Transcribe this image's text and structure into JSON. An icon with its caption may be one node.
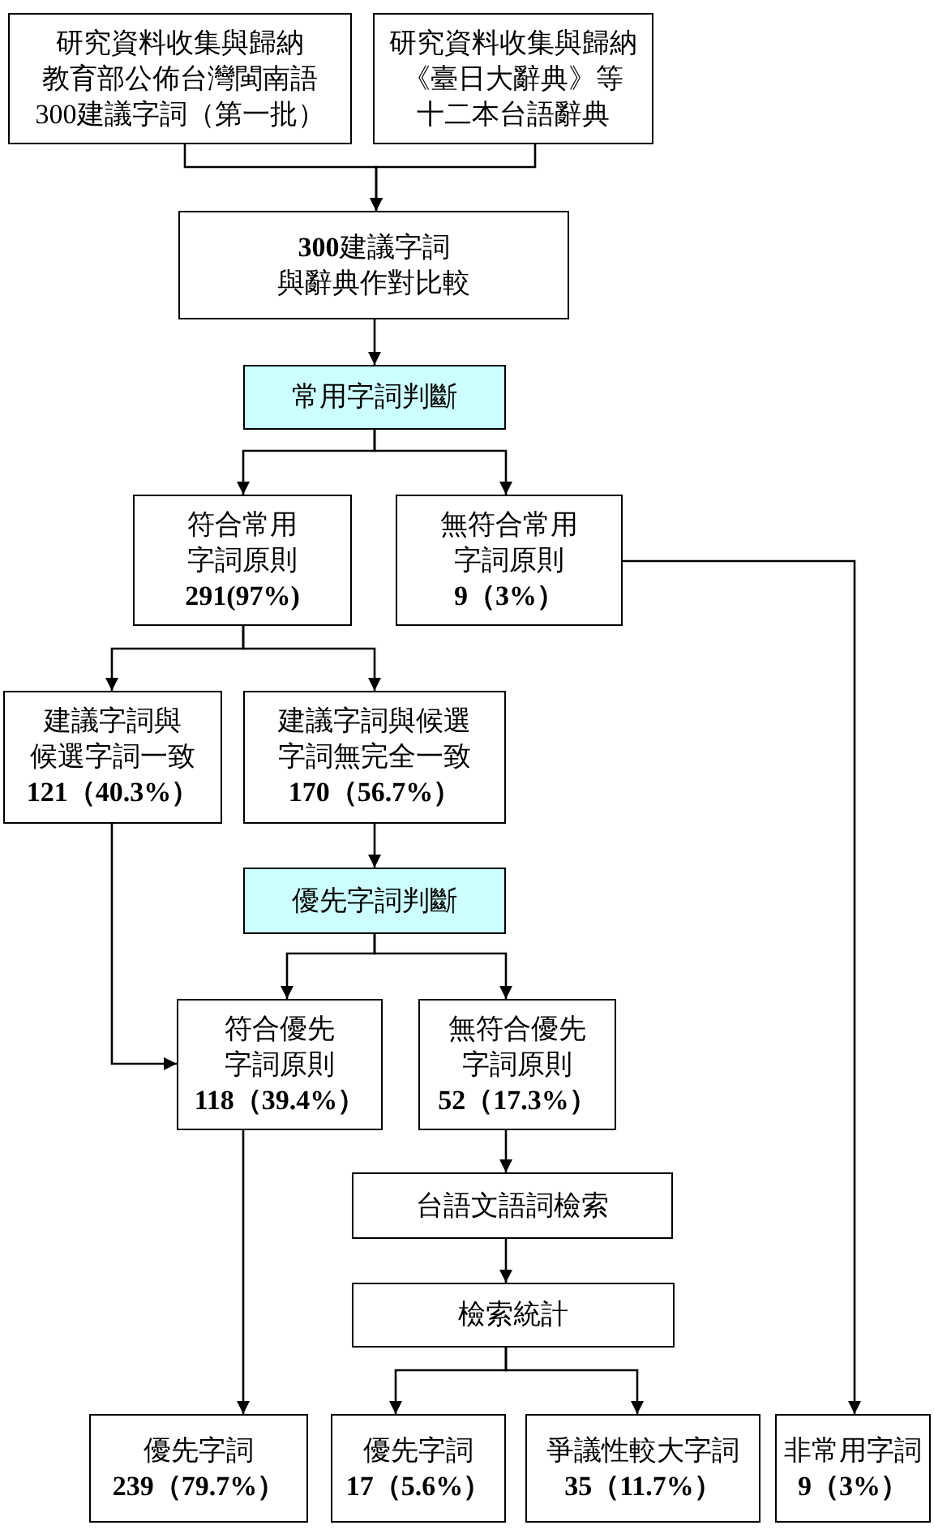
{
  "diagram": {
    "nodes": [
      {
        "text": [
          "研究資料收集與歸納",
          "教育部公佈台灣閩南語300建議字詞（第一批）"
        ]
      },
      {
        "text": [
          "研究資料收集與歸納",
          "《臺日大辭典》等十二本台語辭典"
        ]
      },
      {
        "text": [
          "**300**建議字詞",
          "與辭典作對比較"
        ]
      },
      {
        "text": [
          "常用字詞判斷"
        ]
      },
      {
        "text": [
          "符合常用字詞原則",
          "291(97%)"
        ]
      },
      {
        "text": [
          "無符合常用字詞原則",
          "9（3%）"
        ]
      },
      {
        "text": [
          "建議字詞與候選字詞一致",
          "121（40.3%）"
        ]
      },
      {
        "text": [
          "建議字詞與候選字詞無完全一致",
          "170（56.7%）"
        ]
      },
      {
        "text": [
          "優先字詞判斷"
        ]
      },
      {
        "text": [
          "符合優先字詞原則",
          "118（39.4%）"
        ]
      },
      {
        "text": [
          "無符合優先字詞原則",
          "52（17.3%）"
        ]
      },
      {
        "text": [
          "台語文語詞檢索"
        ]
      },
      {
        "text": [
          "檢索統計"
        ]
      },
      {
        "text": [
          "優先字詞",
          "239（79.7%）"
        ]
      },
      {
        "text": [
          "優先字詞",
          "17（5.6%）"
        ]
      },
      {
        "text": [
          "爭議性較大字詞",
          "35（11.7%）"
        ]
      },
      {
        "text": [
          "非常用字詞",
          "9（3%）"
        ]
      }
    ],
    "edges": [
      {
        "from": 0,
        "to": 2,
        "arrow": "to"
      },
      {
        "from": 1,
        "to": 2,
        "arrow": "to"
      },
      {
        "from": 2,
        "to": 3,
        "arrow": "to"
      },
      {
        "from": 3,
        "to": 4,
        "arrow": "to"
      },
      {
        "from": 3,
        "to": 5,
        "arrow": "to"
      },
      {
        "from": 4,
        "to": 6,
        "arrow": "to"
      },
      {
        "from": 4,
        "to": 7,
        "arrow": "to"
      },
      {
        "from": 5,
        "to": 16,
        "arrow": "to"
      },
      {
        "from": 7,
        "to": 8,
        "arrow": "to"
      },
      {
        "from": 6,
        "to": 9,
        "arrow": "to"
      },
      {
        "from": 8,
        "to": 9,
        "arrow": "to"
      },
      {
        "from": 8,
        "to": 10,
        "arrow": "to"
      },
      {
        "from": 9,
        "to": 13,
        "arrow": "to"
      },
      {
        "from": 10,
        "to": 11,
        "arrow": "to"
      },
      {
        "from": 11,
        "to": 12,
        "arrow": "to"
      },
      {
        "from": 12,
        "to": 14,
        "arrow": "to"
      },
      {
        "from": 12,
        "to": 15,
        "arrow": "to"
      }
    ]
  }
}
